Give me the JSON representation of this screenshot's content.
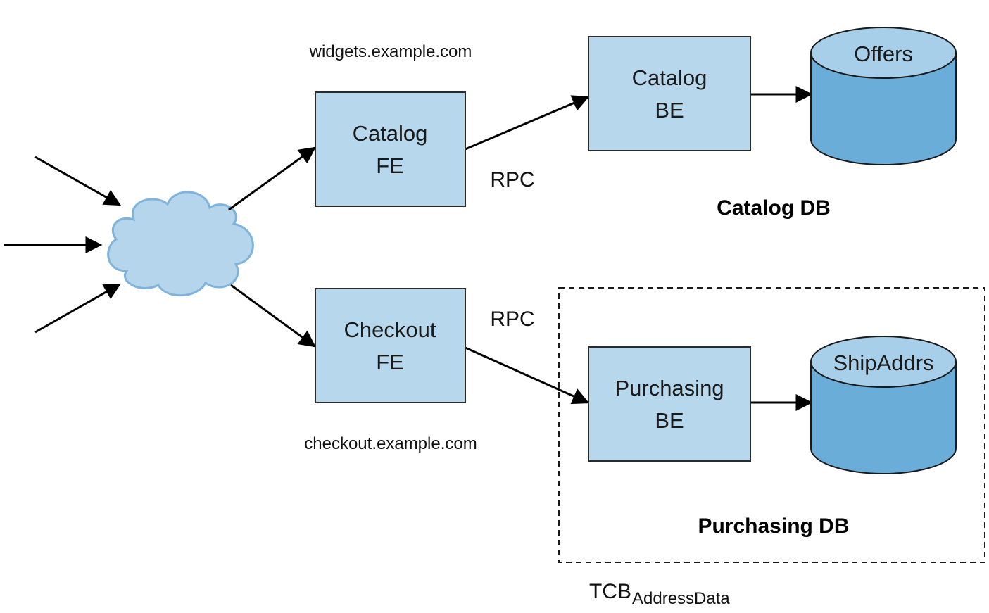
{
  "colors": {
    "box_fill": "#b6d7ec",
    "box_stroke": "#2b2b2b",
    "cylinder_body": "#6aadd9",
    "cylinder_top": "#a8cfea",
    "cloud_fill": "#b4d5ec",
    "cloud_stroke": "#7fb3dc",
    "arrow": "#000000"
  },
  "hostnames": {
    "widgets": "widgets.example.com",
    "checkout": "checkout.example.com"
  },
  "nodes": {
    "catalog_fe": {
      "line1": "Catalog",
      "line2": "FE"
    },
    "checkout_fe": {
      "line1": "Checkout",
      "line2": "FE"
    },
    "catalog_be": {
      "line1": "Catalog",
      "line2": "BE"
    },
    "purchasing_be": {
      "line1": "Purchasing",
      "line2": "BE"
    }
  },
  "databases": {
    "offers": {
      "table": "Offers",
      "name": "Catalog DB"
    },
    "shipaddrs": {
      "table": "ShipAddrs",
      "name": "Purchasing DB"
    }
  },
  "edges": {
    "rpc_top": "RPC",
    "rpc_bottom": "RPC"
  },
  "trust_boundary": {
    "label": "TCB",
    "subscript": "AddressData"
  }
}
